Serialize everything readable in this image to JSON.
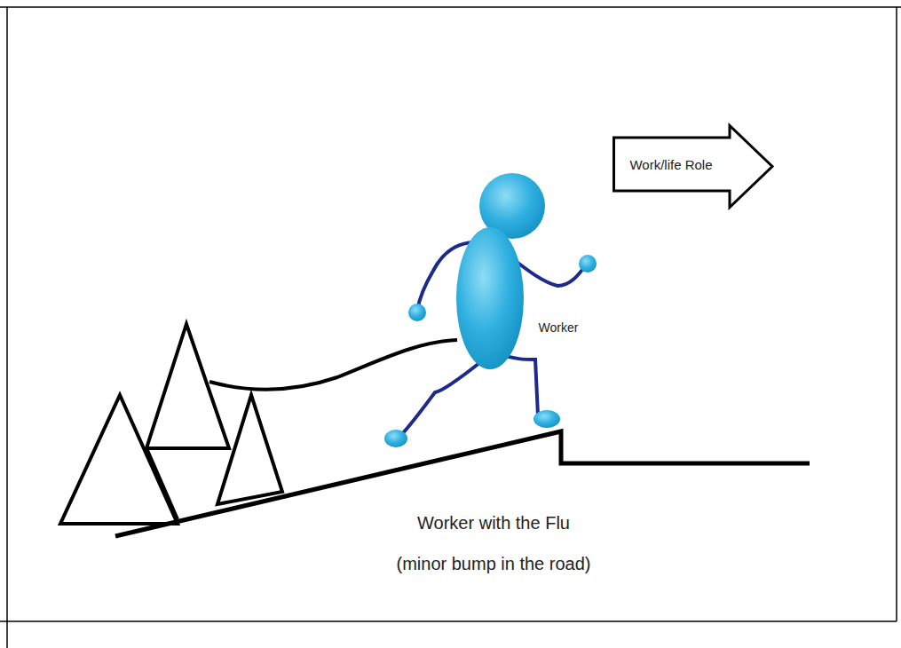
{
  "diagram": {
    "nodes": [
      {
        "text": [
          "Work/life Role"
        ]
      },
      {
        "text": [
          "Worker"
        ]
      }
    ],
    "labels": [
      "Worker with the Flu",
      "(minor bump in the road)"
    ]
  }
}
